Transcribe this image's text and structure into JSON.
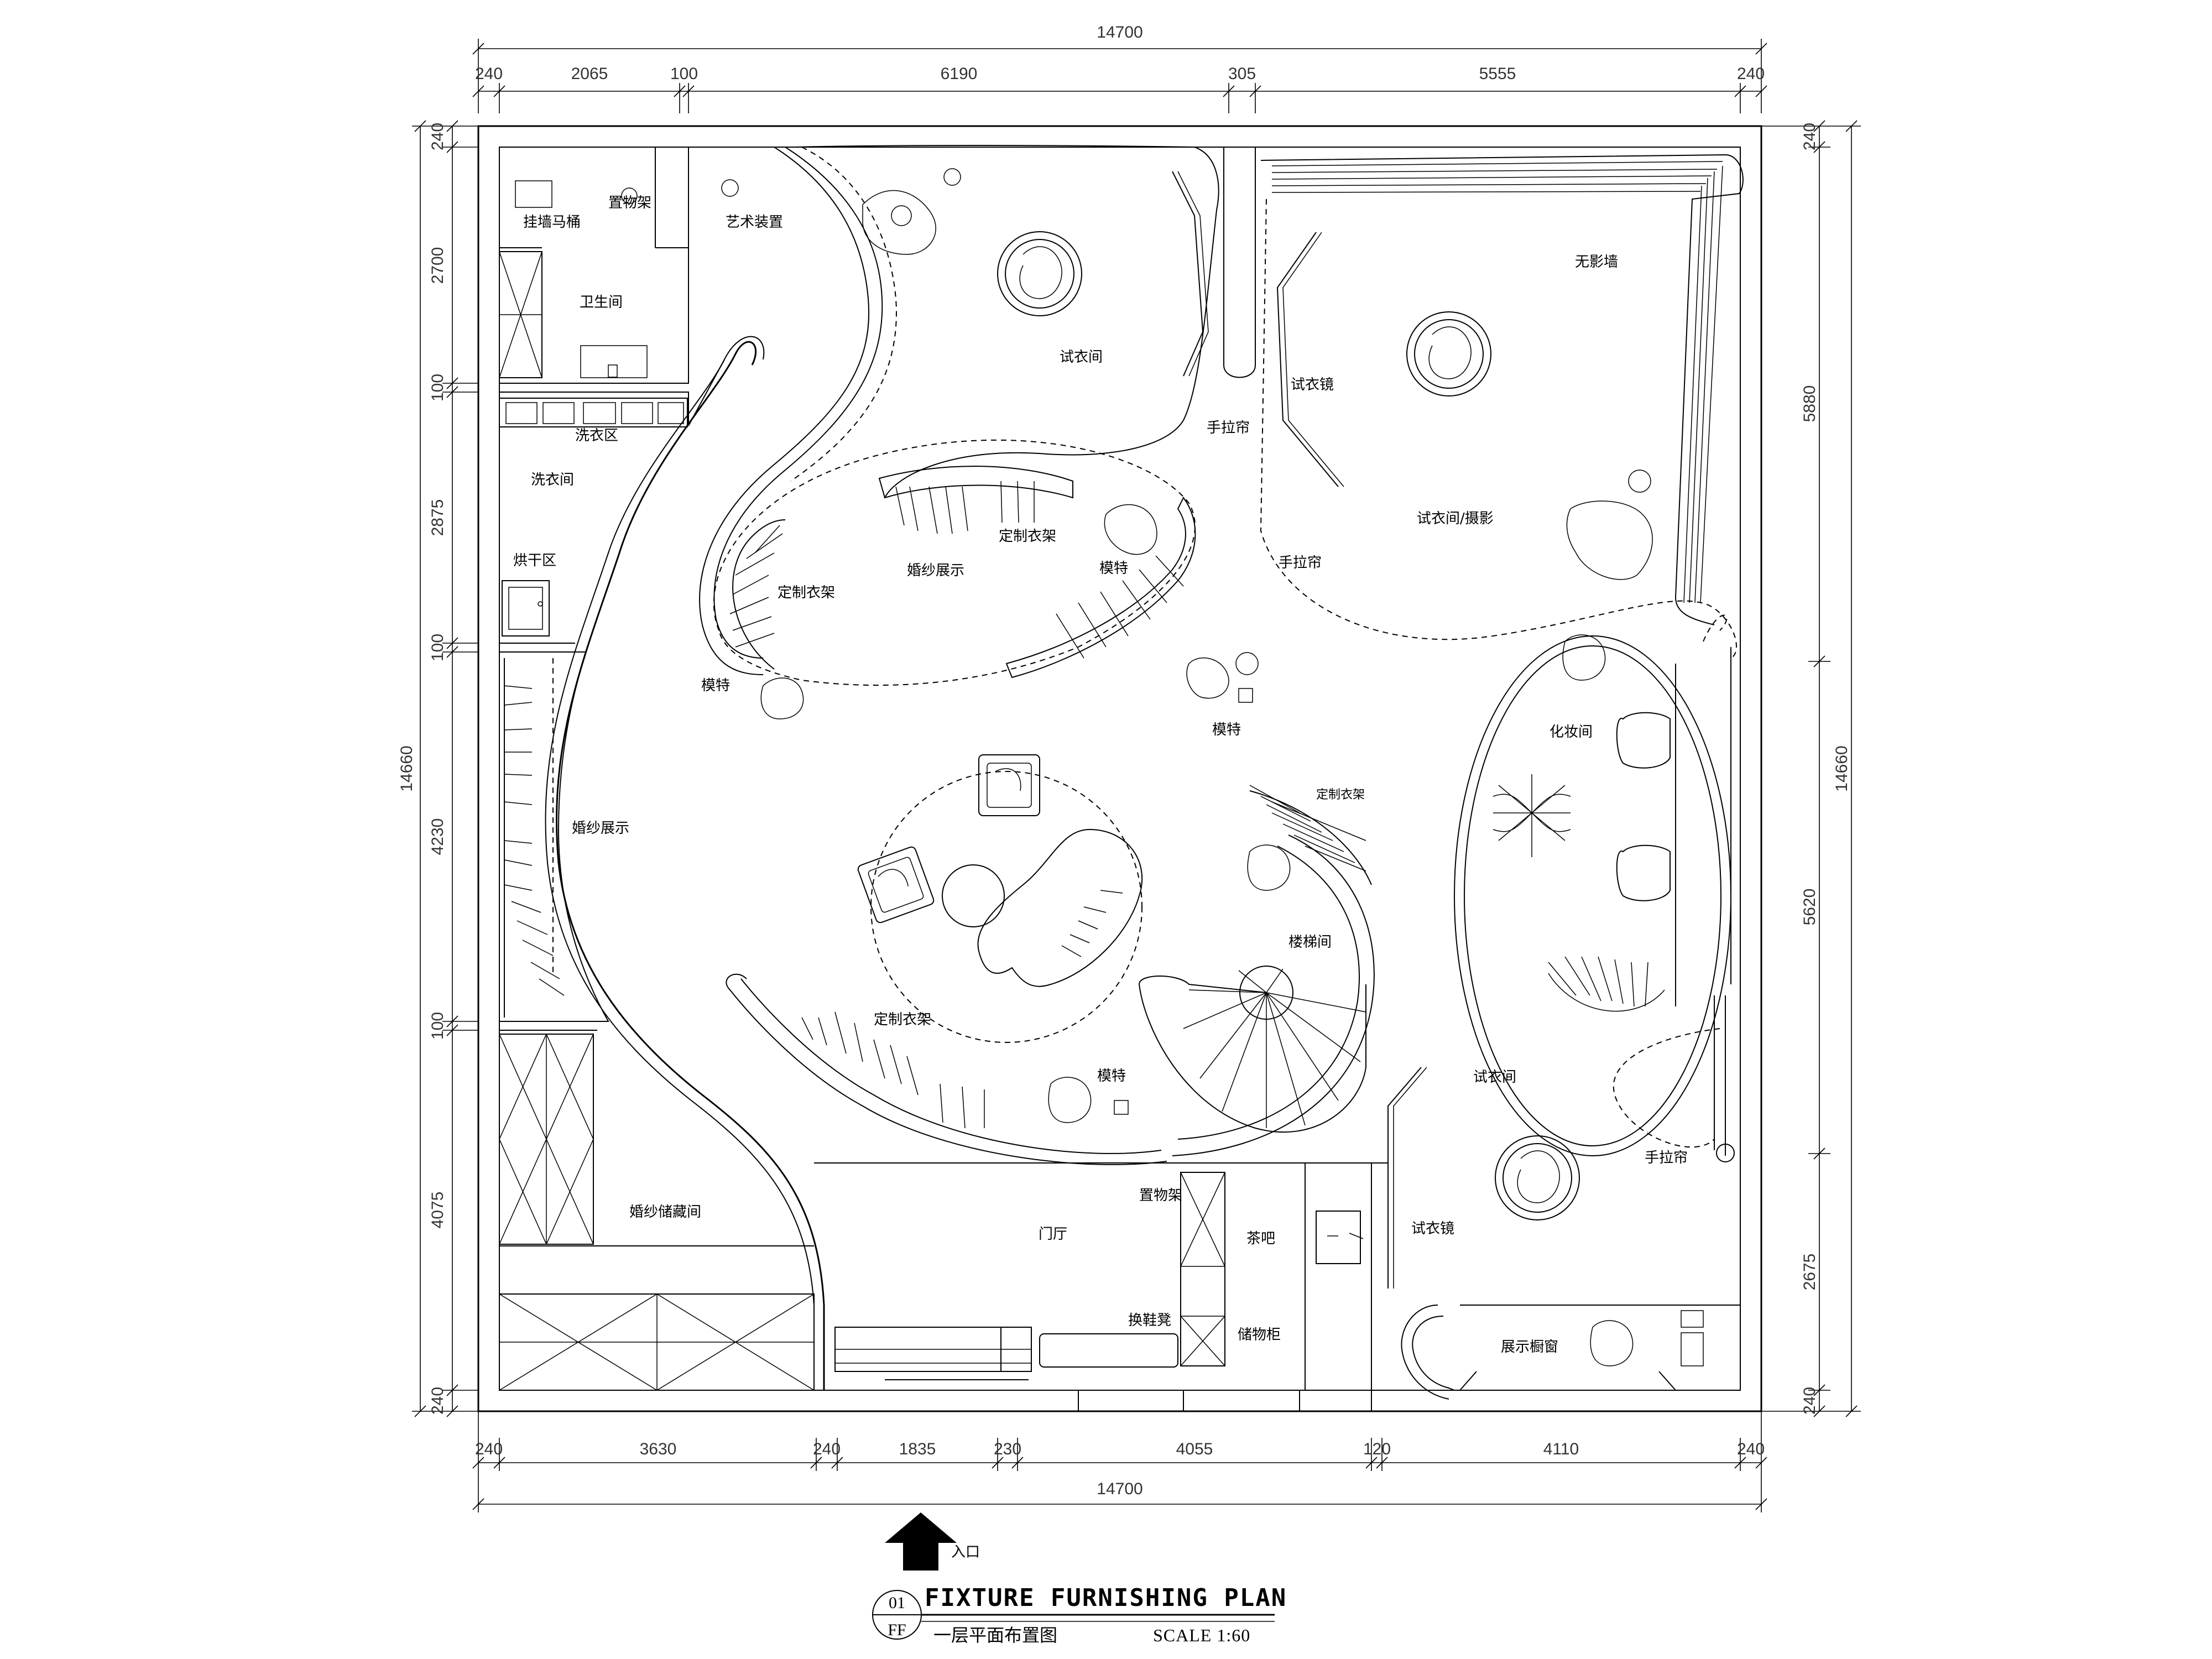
{
  "title": {
    "drawing_no": "01",
    "sheet_code": "FF",
    "english": "FIXTURE FURNISHING PLAN",
    "chinese": "一层平面布置图",
    "scale": "SCALE 1:60"
  },
  "entrance_label": "入口",
  "dimensions": {
    "top_total": "14700",
    "top": [
      "240",
      "2065",
      "100",
      "6190",
      "305",
      "5555",
      "240"
    ],
    "bottom_total": "14700",
    "bottom": [
      "240",
      "3630",
      "240",
      "1835",
      "230",
      "4055",
      "120",
      "4110",
      "240"
    ],
    "left_total": "14660",
    "left": [
      "240",
      "2700",
      "100",
      "2875",
      "100",
      "4230",
      "100",
      "4075",
      "240"
    ],
    "right_total": "14660",
    "right": [
      "240",
      "5880",
      "5620",
      "2675",
      "240"
    ]
  },
  "rooms": [
    {
      "id": "toilet",
      "label": "挂墙马桶"
    },
    {
      "id": "shelf-wc",
      "label": "置物架"
    },
    {
      "id": "art",
      "label": "艺术装置"
    },
    {
      "id": "bathroom",
      "label": "卫生间"
    },
    {
      "id": "laundry-area",
      "label": "洗衣区"
    },
    {
      "id": "laundry-room",
      "label": "洗衣间"
    },
    {
      "id": "dry-area",
      "label": "烘干区"
    },
    {
      "id": "gown-display-left",
      "label": "婚纱展示"
    },
    {
      "id": "gown-storage",
      "label": "婚纱储藏间"
    },
    {
      "id": "fitting-top",
      "label": "试衣间"
    },
    {
      "id": "curtain-1",
      "label": "手拉帘"
    },
    {
      "id": "mirror-top",
      "label": "试衣镜"
    },
    {
      "id": "backdrop",
      "label": "无影墙"
    },
    {
      "id": "fitting-photo",
      "label": "试衣间/摄影"
    },
    {
      "id": "curtain-2",
      "label": "手拉帘"
    },
    {
      "id": "custom-rack-1",
      "label": "定制衣架"
    },
    {
      "id": "custom-rack-2",
      "label": "定制衣架"
    },
    {
      "id": "gown-display-center",
      "label": "婚纱展示"
    },
    {
      "id": "model-1",
      "label": "模特"
    },
    {
      "id": "model-2",
      "label": "模特"
    },
    {
      "id": "model-3",
      "label": "模特"
    },
    {
      "id": "makeup",
      "label": "化妆间"
    },
    {
      "id": "custom-rack-3",
      "label": "定制衣架"
    },
    {
      "id": "stair",
      "label": "楼梯间"
    },
    {
      "id": "custom-rack-4",
      "label": "定制衣架"
    },
    {
      "id": "model-4",
      "label": "模特"
    },
    {
      "id": "fitting-bottom",
      "label": "试衣间"
    },
    {
      "id": "curtain-3",
      "label": "手拉帘"
    },
    {
      "id": "mirror-bottom",
      "label": "试衣镜"
    },
    {
      "id": "shelf-foyer",
      "label": "置物架"
    },
    {
      "id": "foyer",
      "label": "门厅"
    },
    {
      "id": "tea-bar",
      "label": "茶吧"
    },
    {
      "id": "bench",
      "label": "换鞋凳"
    },
    {
      "id": "locker",
      "label": "储物柜"
    },
    {
      "id": "showcase",
      "label": "展示橱窗"
    }
  ]
}
